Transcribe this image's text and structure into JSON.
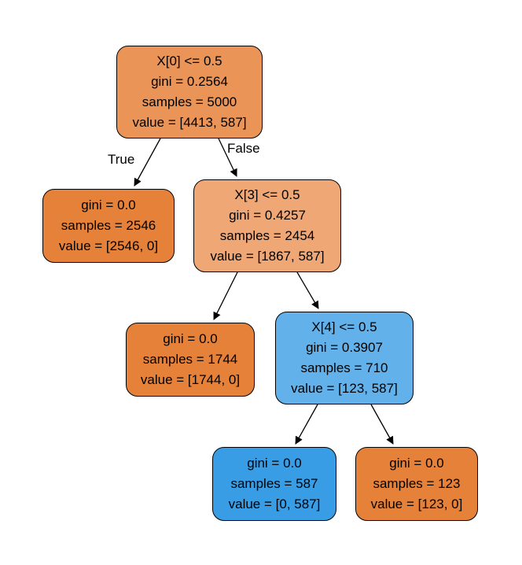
{
  "colors": {
    "orange_dark": "#e58139",
    "orange_mid": "#eb9457",
    "orange_light": "#efa775",
    "blue_light": "#62b1ea",
    "blue_dark": "#399de5",
    "edge": "#000000"
  },
  "nodes": [
    {
      "id": "root",
      "lines": [
        "X[0] <= 0.5",
        "gini = 0.2564",
        "samples = 5000",
        "value = [4413, 587]"
      ],
      "color": "#eb9457"
    },
    {
      "id": "left",
      "lines": [
        "gini = 0.0",
        "samples = 2546",
        "value = [2546, 0]"
      ],
      "color": "#e58139"
    },
    {
      "id": "right",
      "lines": [
        "X[3] <= 0.5",
        "gini = 0.4257",
        "samples = 2454",
        "value = [1867, 587]"
      ],
      "color": "#efa775"
    },
    {
      "id": "rl",
      "lines": [
        "gini = 0.0",
        "samples = 1744",
        "value = [1744, 0]"
      ],
      "color": "#e58139"
    },
    {
      "id": "rr",
      "lines": [
        "X[4] <= 0.5",
        "gini = 0.3907",
        "samples = 710",
        "value = [123, 587]"
      ],
      "color": "#62b1ea"
    },
    {
      "id": "rrl",
      "lines": [
        "gini = 0.0",
        "samples = 587",
        "value = [0, 587]"
      ],
      "color": "#399de5"
    },
    {
      "id": "rrr",
      "lines": [
        "gini = 0.0",
        "samples = 123",
        "value = [123, 0]"
      ],
      "color": "#e58139"
    }
  ],
  "edges": [
    {
      "from": "root",
      "to": "left",
      "label": "True"
    },
    {
      "from": "root",
      "to": "right",
      "label": "False"
    },
    {
      "from": "right",
      "to": "rl",
      "label": ""
    },
    {
      "from": "right",
      "to": "rr",
      "label": ""
    },
    {
      "from": "rr",
      "to": "rrl",
      "label": ""
    },
    {
      "from": "rr",
      "to": "rrr",
      "label": ""
    }
  ]
}
